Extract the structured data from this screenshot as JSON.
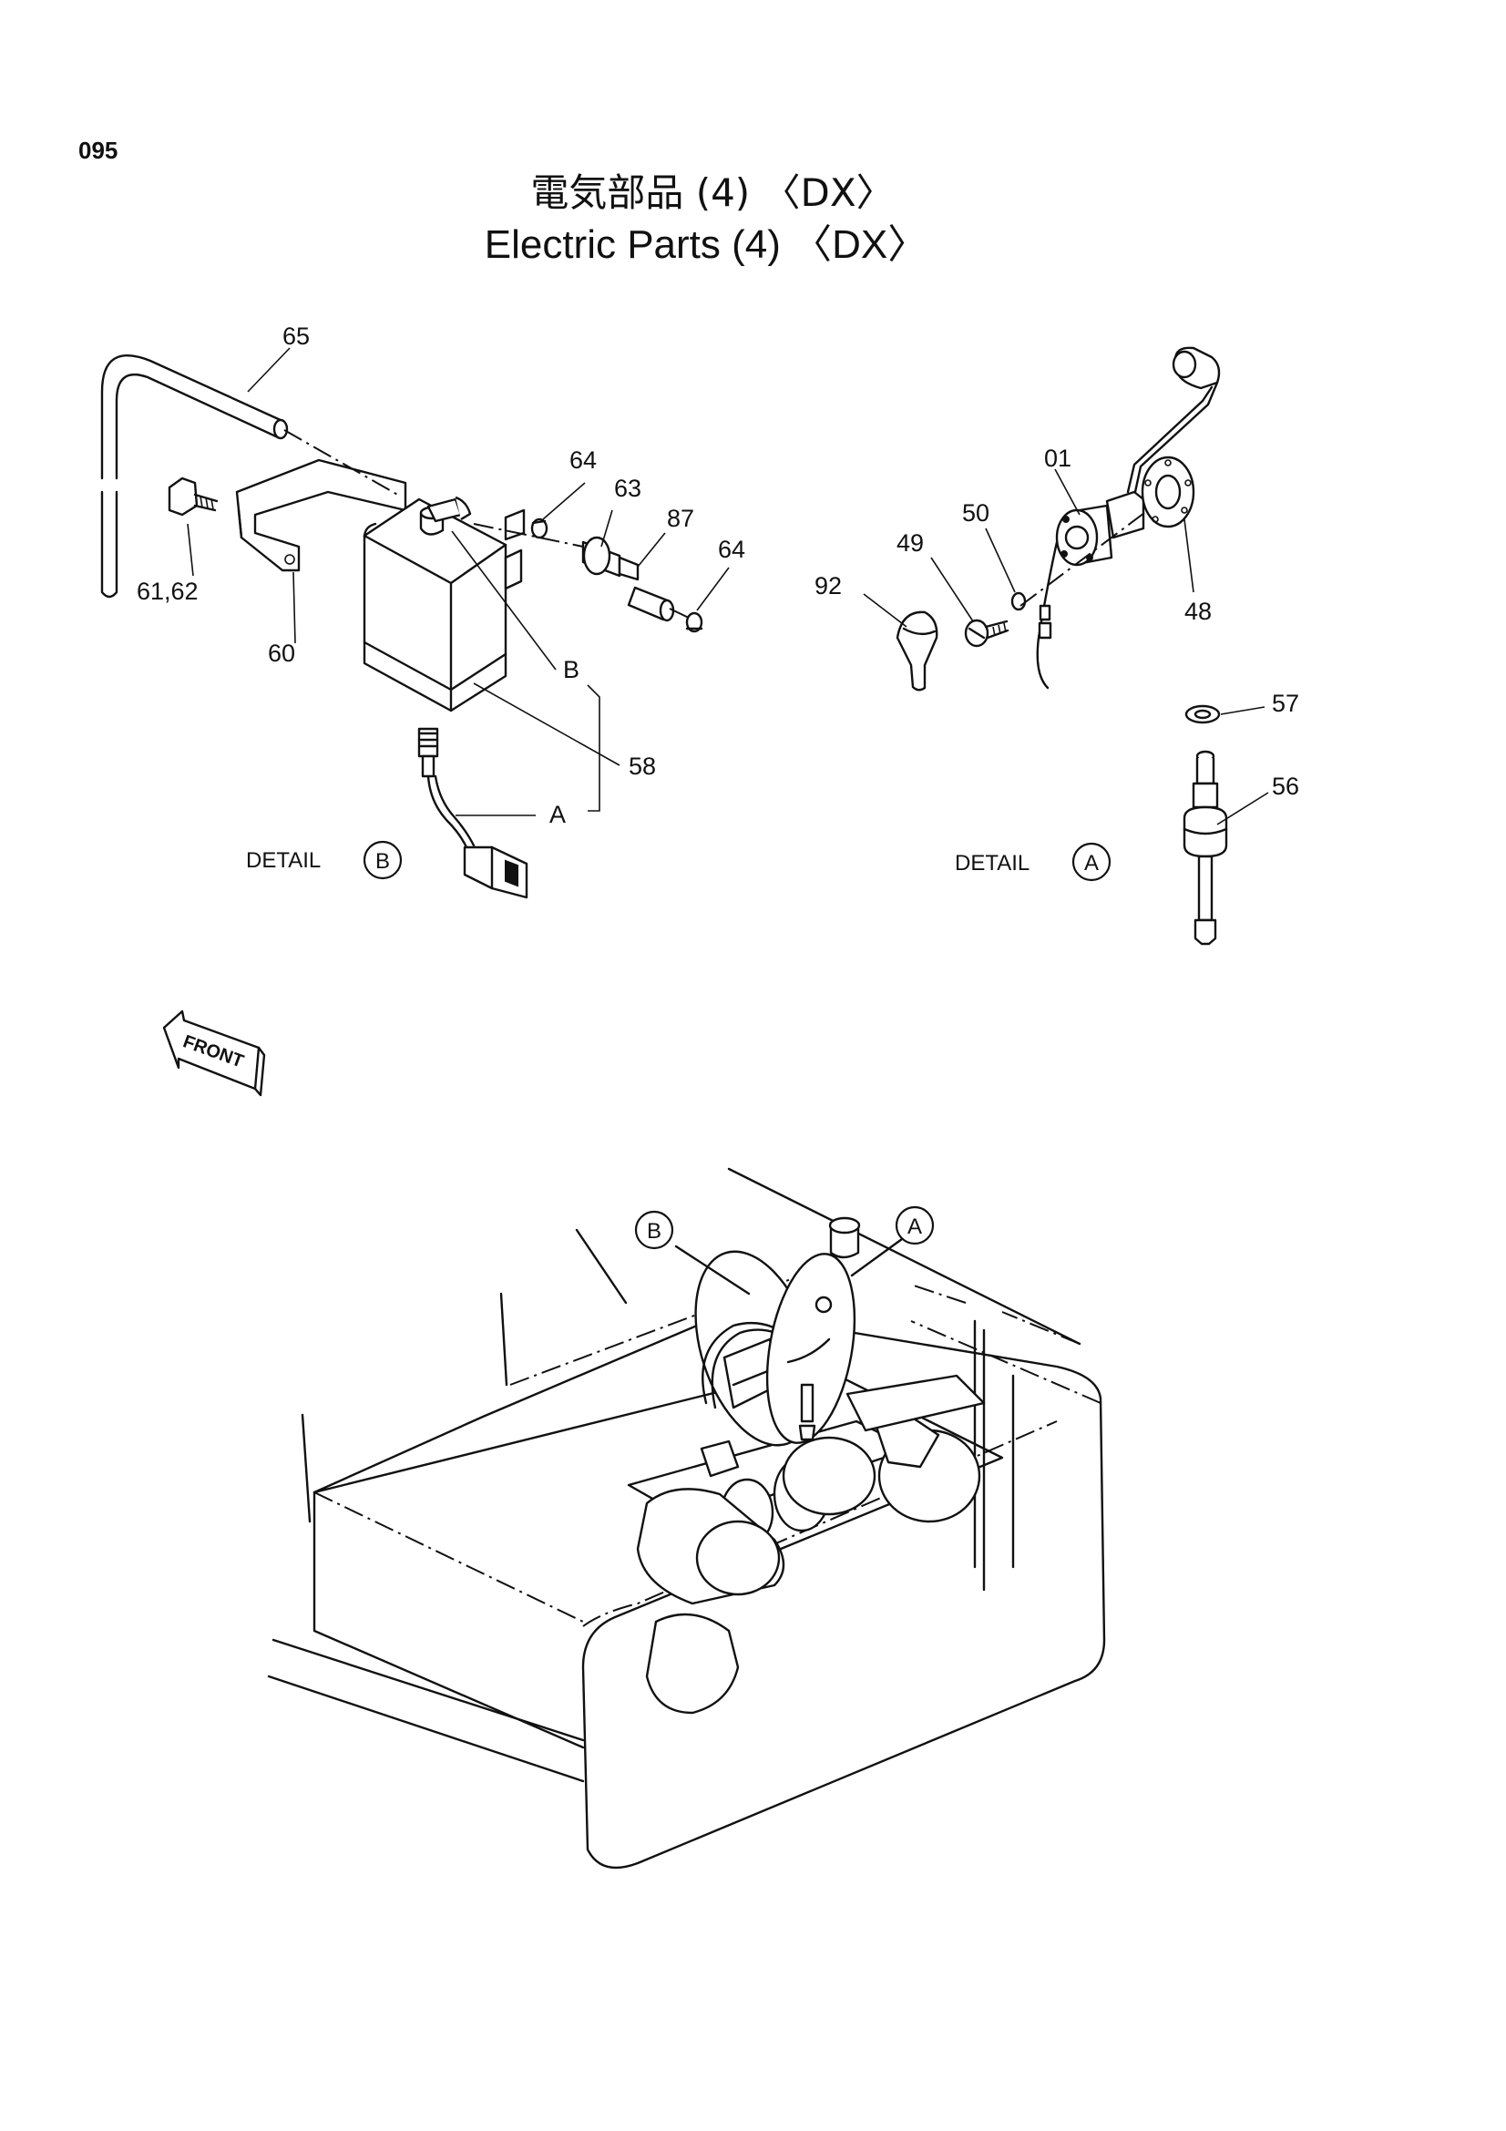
{
  "page_number": "095",
  "title_jp": "電気部品 (4) 〈DX〉",
  "title_en": "Electric Parts (4) 〈DX〉",
  "callouts": {
    "p65": "65",
    "p64a": "64",
    "p63": "63",
    "p87": "87",
    "p64b": "64",
    "p6162": "61,62",
    "p60": "60",
    "pB": "B",
    "p58": "58",
    "pA": "A",
    "p01": "01",
    "p50": "50",
    "p49": "49",
    "p92": "92",
    "p48": "48",
    "p57": "57",
    "p56": "56"
  },
  "detail_b": {
    "text": "DETAIL",
    "letter": "B"
  },
  "detail_a": {
    "text": "DETAIL",
    "letter": "A"
  },
  "front_arrow": "FRONT",
  "view_markers": {
    "b": "B",
    "a": "A"
  }
}
